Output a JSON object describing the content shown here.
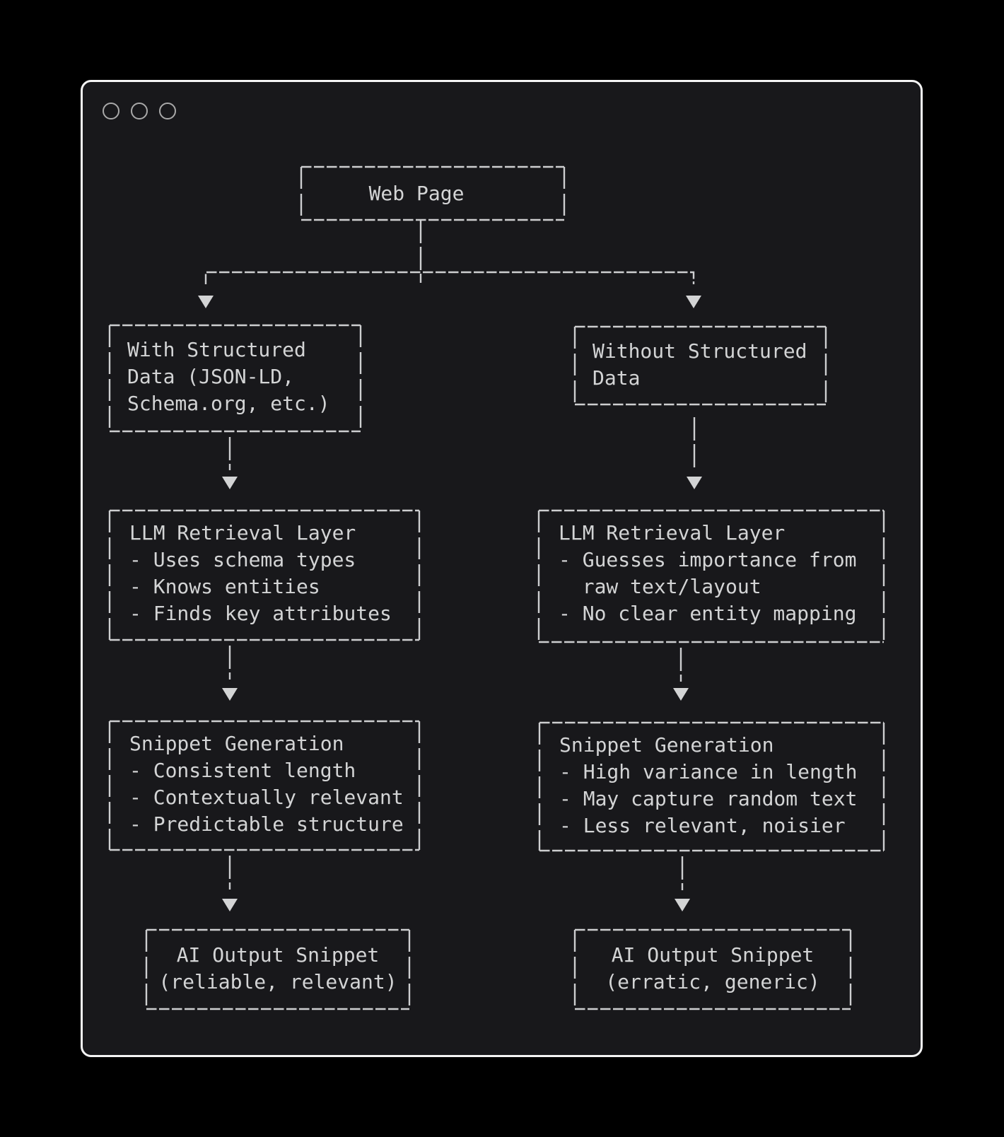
{
  "colors": {
    "page_background": "#000000",
    "window_background": "#18181b",
    "window_border": "#f4f4f4",
    "line_stroke": "#cdced0",
    "text": "#d3d4d5",
    "window_control_ring": "#a9a9a9"
  },
  "diagram": {
    "root": {
      "title": "Web Page"
    },
    "columns": {
      "structured": {
        "source": {
          "lines": [
            "With Structured",
            "Data (JSON-LD,",
            "Schema.org, etc.)"
          ]
        },
        "retrieval": {
          "lines": [
            "LLM Retrieval Layer",
            "- Uses schema types",
            "- Knows entities",
            "- Finds key attributes"
          ]
        },
        "snippet": {
          "lines": [
            "Snippet Generation",
            "- Consistent length",
            "- Contextually relevant",
            "- Predictable structure"
          ]
        },
        "output": {
          "lines": [
            "AI Output Snippet",
            "(reliable, relevant)"
          ]
        }
      },
      "unstructured": {
        "source": {
          "lines": [
            "Without Structured",
            "Data"
          ]
        },
        "retrieval": {
          "lines": [
            "LLM Retrieval Layer",
            "- Guesses importance from",
            "  raw text/layout",
            "- No clear entity mapping"
          ]
        },
        "snippet": {
          "lines": [
            "Snippet Generation",
            "- High variance in length",
            "- May capture random text",
            "- Less relevant, noisier"
          ]
        },
        "output": {
          "lines": [
            "AI Output Snippet",
            "(erratic, generic)"
          ]
        }
      }
    }
  }
}
